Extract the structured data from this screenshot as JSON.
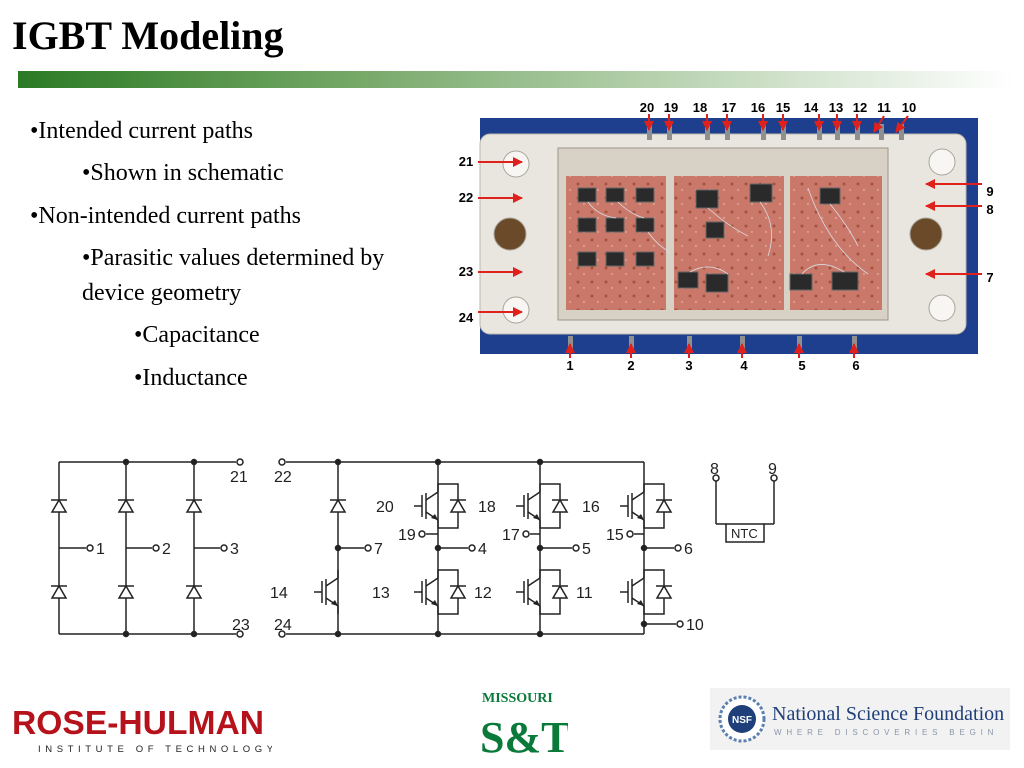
{
  "slide": {
    "title": "IGBT Modeling"
  },
  "bullets": [
    {
      "text": "•Intended current paths"
    },
    {
      "text": "•Shown in schematic"
    },
    {
      "text": "•Non-intended current paths"
    },
    {
      "text": "•Parasitic values determined by"
    },
    {
      "text": "device geometry"
    },
    {
      "text": "•Capacitance"
    },
    {
      "text": "•Inductance"
    }
  ],
  "photo": {
    "top_labels": [
      "20",
      "19",
      "18",
      "17",
      "16",
      "15",
      "14",
      "13",
      "12",
      "11",
      "10"
    ],
    "left_labels": [
      "21",
      "22",
      "23",
      "24"
    ],
    "right_labels": [
      "9",
      "8",
      "7"
    ],
    "bottom_labels": [
      "1",
      "2",
      "3",
      "4",
      "5",
      "6"
    ]
  },
  "schematic": {
    "rectifier_terms": [
      "21",
      "23",
      "1",
      "2",
      "3"
    ],
    "inverter_terms": [
      "22",
      "24",
      "7",
      "4",
      "5",
      "6",
      "10"
    ],
    "gate_labels_top": [
      "20",
      "18",
      "16"
    ],
    "emitter_labels": [
      "19",
      "17",
      "15"
    ],
    "gate_labels_bottom": [
      "14",
      "13",
      "12",
      "11"
    ],
    "ntc_pins": [
      "8",
      "9"
    ],
    "ntc_label": "NTC"
  },
  "logos": {
    "rose_hulman_name": "ROSE-HULMAN",
    "rose_hulman_sub": "INSTITUTE OF TECHNOLOGY",
    "missouri_top": "MISSOURI",
    "missouri_main": "S&T",
    "nsf_seal": "NSF",
    "nsf_name": "National Science Foundation",
    "nsf_tagline": "WHERE DISCOVERIES BEGIN"
  },
  "colors": {
    "title_rule_dark": "#2b7a25",
    "module_background": "#1d3f8e",
    "annotation_arrows": "#e0201a",
    "rose_hulman_red": "#b5121b",
    "missouri_green": "#0a7a3a",
    "nsf_blue": "#1f3f7a"
  }
}
